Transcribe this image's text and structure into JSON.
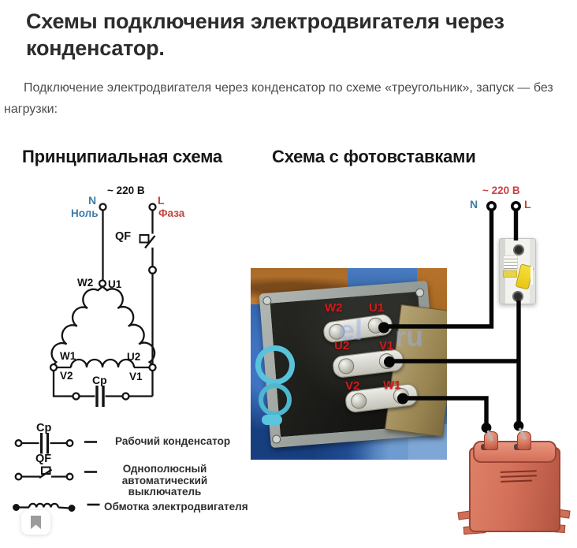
{
  "header": {
    "title_line1": "Схемы подключения электродвигателя через",
    "title_line2": "конденсатор.",
    "intro_line1": "Подключение электродвигателя через конденсатор по схеме «треугольник», запуск — без",
    "intro_line2": "нагрузки:"
  },
  "schematic": {
    "heading": "Принципиальная схема",
    "voltage": "~ 220 В",
    "neutral_letter": "N",
    "neutral_word": "Ноль",
    "phase_letter": "L",
    "phase_word": "Фаза",
    "breaker_label": "QF",
    "cap_label": "Cp",
    "terminals": {
      "w2": "W2",
      "u1": "U1",
      "w1": "W1",
      "u2": "U2",
      "v2": "V2",
      "v1": "V1"
    }
  },
  "photo_scheme": {
    "heading": "Схема с фотовставками",
    "voltage": "~ 220 В",
    "neutral_letter": "N",
    "phase_letter": "L",
    "terminals": {
      "w2": "W2",
      "u1": "U1",
      "u2": "U2",
      "v1": "V1",
      "v2": "V2",
      "w1": "W1"
    },
    "watermark_left": "el",
    "watermark_right": "ru"
  },
  "legend": {
    "items": [
      {
        "symbol": "run-capacitor",
        "label": "Cp",
        "text": "Рабочий конденсатор"
      },
      {
        "symbol": "single-pole-breaker",
        "label": "QF",
        "text_line1": "Однополюсный",
        "text_line2": "автоматический выключатель"
      },
      {
        "symbol": "motor-winding",
        "text": "Обмотка электродвигателя"
      }
    ]
  },
  "colors": {
    "neutral_blue": "#3e7ca8",
    "phase_red": "#c2443c",
    "photo_label_red": "#d41a1a",
    "capacitor_body": "#d4705a",
    "breaker_lever_yellow": "#efd22e",
    "motor_blue": "#2d62ae",
    "background_orange": "#b3702a"
  }
}
